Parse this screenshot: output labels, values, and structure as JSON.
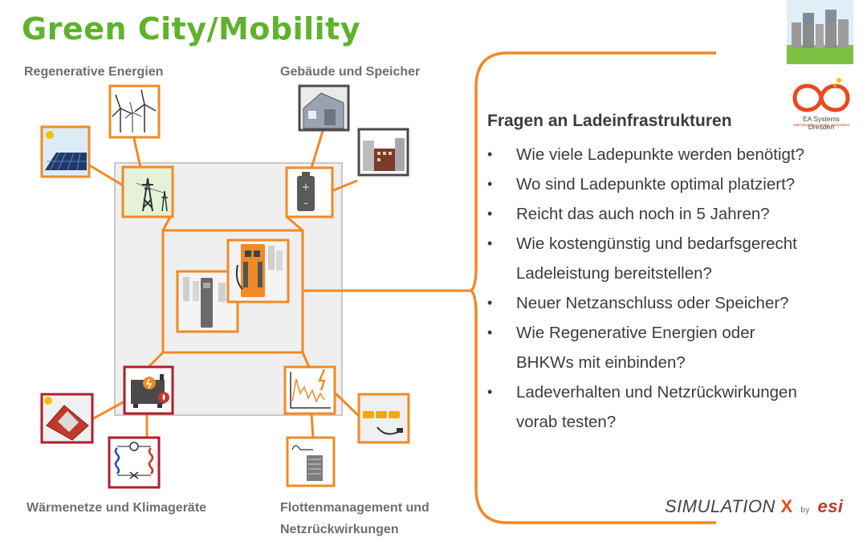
{
  "title": "Green City/Mobility",
  "categories": {
    "renewables": "Regenerative Energien",
    "buildings": "Gebäude und Speicher",
    "heating": "Wärmenetze und Klimageräte",
    "fleet_line1": "Flottenmanagement und",
    "fleet_line2": "Netzrückwirkungen"
  },
  "questions": {
    "heading": "Fragen an Ladeinfrastrukturen",
    "items": [
      "Wie viele Ladepunkte werden benötigt?",
      "Wo sind Ladepunkte optimal platziert?",
      "Reicht das auch noch in 5 Jahren?",
      "Wie kostengünstig und bedarfsgerecht",
      "Ladeleistung bereitstellen?",
      "Neuer Netzanschluss oder Speicher?",
      "Wie Regenerative Energien oder",
      "BHKWs mit einbinden?",
      "Ladeverhalten und Netzrückwirkungen",
      "vorab testen?"
    ]
  },
  "logos": {
    "eas_name": "EA Systems Dresden",
    "eas_tagline": "optimizing your energy applications",
    "simx_main": "SIMULATION",
    "simx_x": "X",
    "simx_by": "by",
    "simx_esi": "esi"
  },
  "colors": {
    "title_green": "#5fb32c",
    "accent_orange": "#f08a24",
    "text_gray": "#3c3c3c"
  }
}
